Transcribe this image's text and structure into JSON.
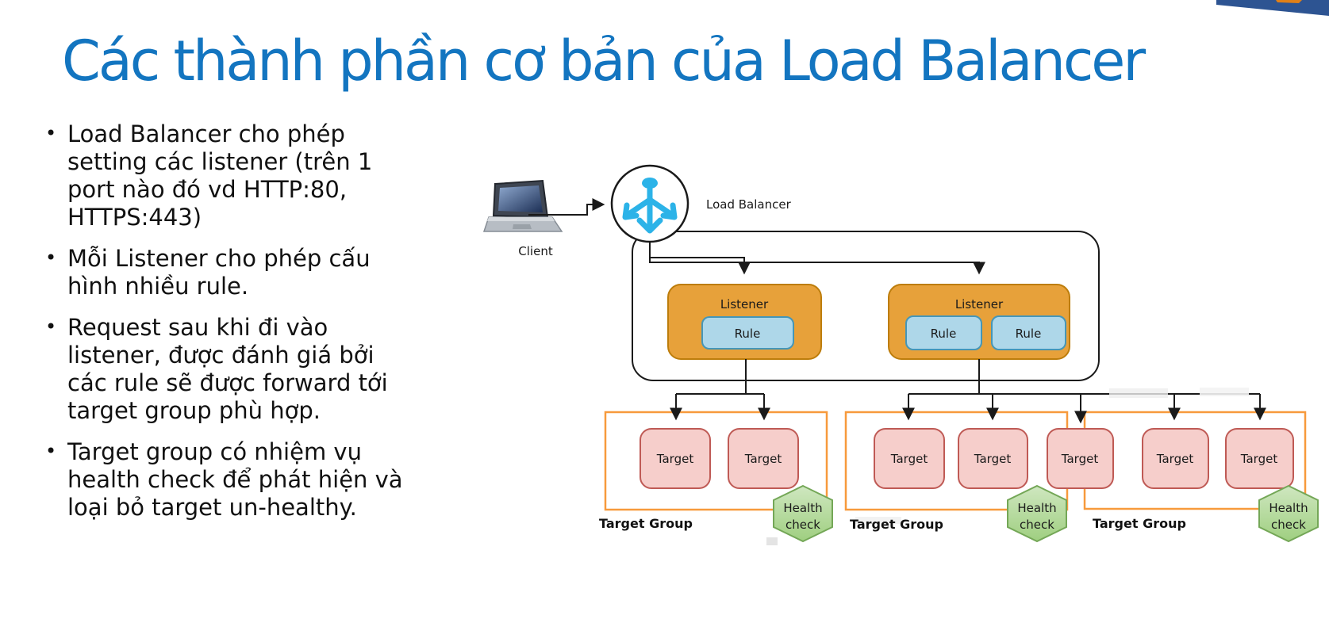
{
  "slide": {
    "title": "Các thành phần cơ bản của Load Balancer",
    "title_color": "#1375c0",
    "bullet_char": "•",
    "bullets": [
      {
        "text": "Load Balancer cho phép\nsetting các listener (trên 1\nport nào đó vd HTTP:80,\nHTTPS:443)"
      },
      {
        "text": "Mỗi Listener cho phép cấu\nhình nhiều rule."
      },
      {
        "text": "Request sau khi đi vào\nlistener, được đánh giá bởi\ncác rule sẽ được forward tới\ntarget group phù hợp."
      },
      {
        "text": "Target group có nhiệm vụ\nhealth check để phát hiện và\nloại bỏ target un-healthy."
      }
    ]
  },
  "diagram": {
    "client_label": "Client",
    "load_balancer_label": "Load Balancer",
    "listener_label": "Listener",
    "rule_label": "Rule",
    "target_label": "Target",
    "target_group_label": "Target Group",
    "health_check": {
      "line1": "Health",
      "line2": "check"
    },
    "counts": {
      "listeners": 2,
      "rules": 3,
      "targets": 7,
      "target_groups": 3,
      "health_checks": 3
    },
    "colors": {
      "listener_fill": "#e7a13a",
      "rule_fill": "#aed7e9",
      "target_fill": "#f6cecb",
      "target_stroke": "#bf5a55",
      "target_group_border": "#f79a3c",
      "health_check_fill": "#b7dba2",
      "health_check_stroke": "#74a757",
      "lb_icon_cyan": "#2cb3e8",
      "connector_black": "#1a1a1a",
      "banner_blue": "#2d5492",
      "banner_orange": "#e08018"
    }
  }
}
